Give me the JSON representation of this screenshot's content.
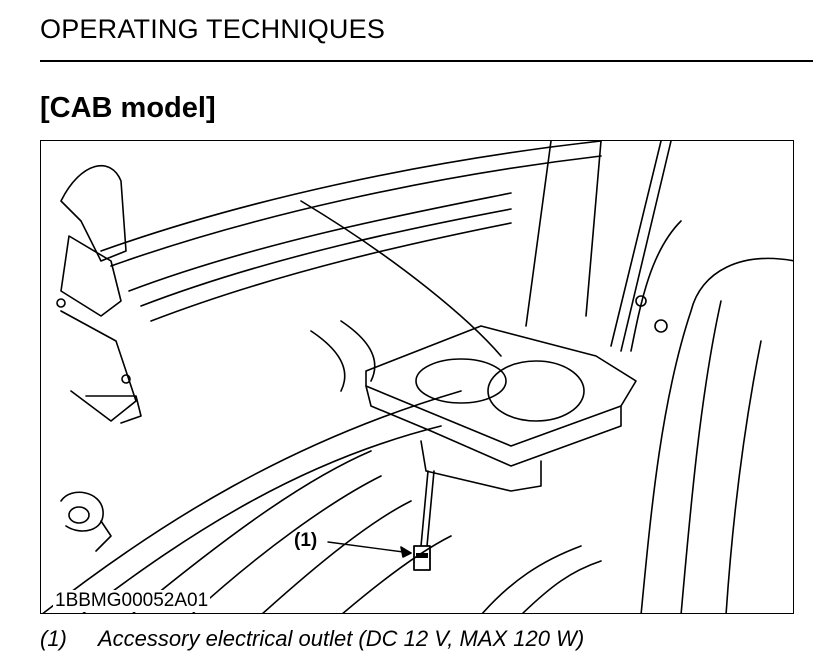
{
  "header": {
    "title": "OPERATING TECHNIQUES"
  },
  "section": {
    "title": "[CAB model]"
  },
  "figure": {
    "code": "1BBMG00052A01",
    "callout": "(1)",
    "subject": "accessory-electrical-outlet"
  },
  "caption": {
    "number": "(1)",
    "text": "Accessory electrical outlet (DC 12 V, MAX 120 W)"
  }
}
